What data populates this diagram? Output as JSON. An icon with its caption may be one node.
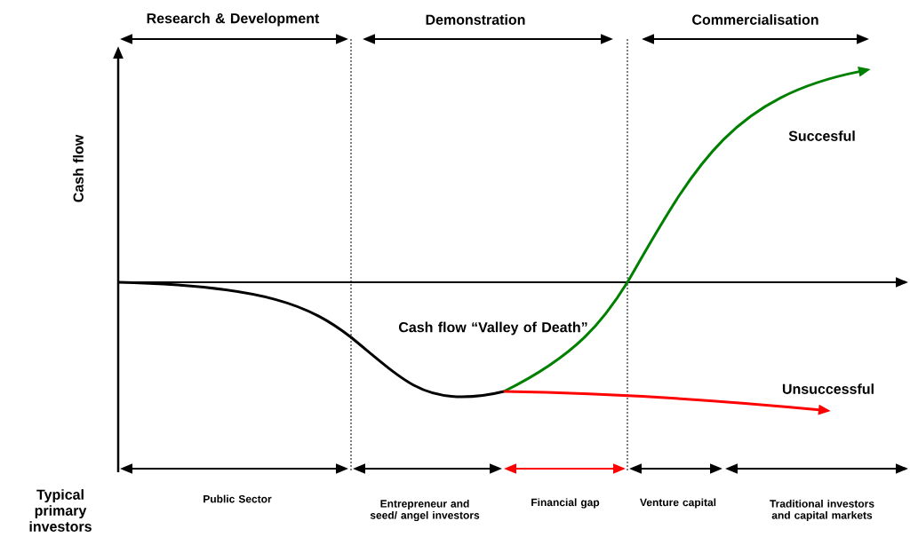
{
  "diagram": {
    "labels": [
      "Research & Development",
      "Demonstration",
      "Commercialisation",
      "Cash flow",
      "Succesful",
      "Cash flow “Valley of Death”",
      "Unsuccessful",
      "Typical primary investors",
      "Public Sector",
      "Entrepreneur and seed/ angel investors",
      "Financial gap",
      "Venture capital",
      "Traditional investors and capital markets"
    ]
  }
}
